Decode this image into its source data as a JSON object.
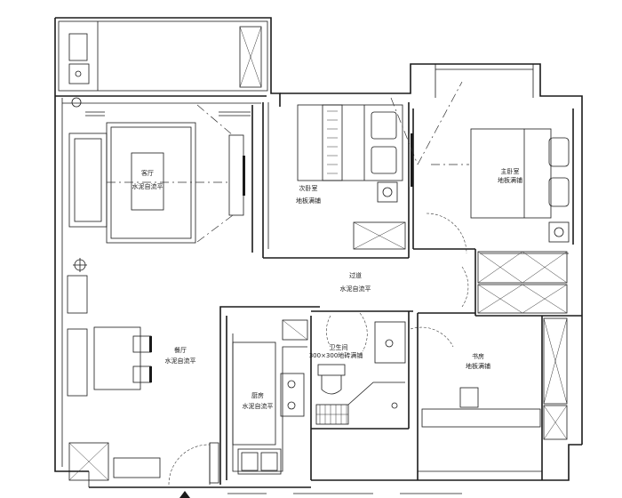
{
  "rooms": {
    "living": {
      "name": "客厅",
      "floor": "水泥自流平"
    },
    "second_bedroom": {
      "name": "次卧室",
      "floor": "地板满铺"
    },
    "master_bedroom": {
      "name": "主卧室",
      "floor": "地板满铺"
    },
    "corridor": {
      "name": "过道",
      "floor": "水泥自流平"
    },
    "dining": {
      "name": "餐厅",
      "floor": "水泥自流平"
    },
    "bathroom": {
      "name": "卫生间",
      "floor": "300×300地砖满铺"
    },
    "kitchen": {
      "name": "厨房",
      "floor": "水泥自流平"
    },
    "study": {
      "name": "书房",
      "floor": "地板满铺"
    }
  },
  "colors": {
    "line": "#1a1a1a",
    "background": "#ffffff"
  }
}
